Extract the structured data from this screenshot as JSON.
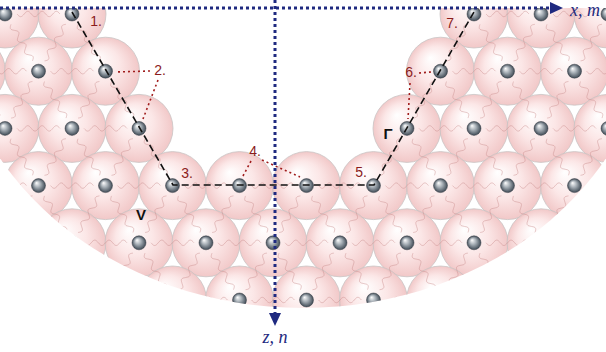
{
  "diagram": {
    "labels": [
      "1.",
      "2.",
      "3.",
      "4.",
      "5.",
      "6.",
      "7.",
      "x, m",
      "z, n",
      "V",
      "Γ"
    ]
  }
}
